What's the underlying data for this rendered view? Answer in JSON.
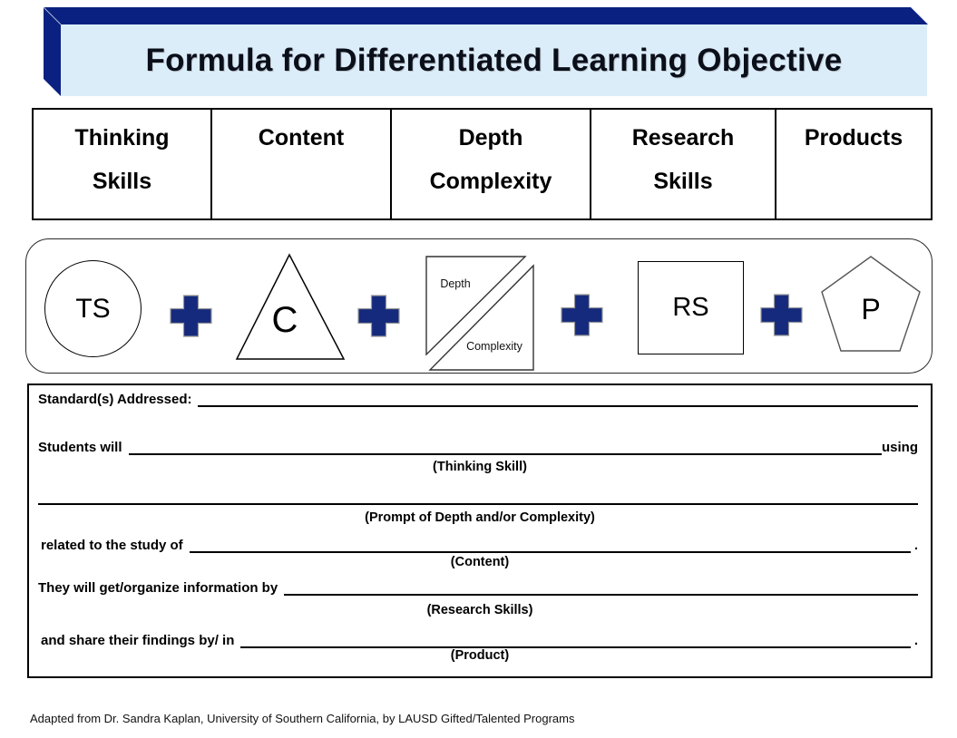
{
  "title": "Formula for Differentiated Learning Objective",
  "table": {
    "headers": [
      "Thinking\nSkills",
      "Content",
      "Depth\nComplexity",
      "Research\nSkills",
      "Products"
    ]
  },
  "formula": {
    "ts": "TS",
    "c": "C",
    "depth": "Depth",
    "complexity": "Complexity",
    "rs": "RS",
    "p": "P"
  },
  "form": {
    "standards_label": "Standard(s) Addressed:",
    "students_will_label": "Students will",
    "using_label": "using",
    "thinking_skill_hint": "(Thinking Skill)",
    "prompt_hint": "(Prompt of Depth and/or Complexity)",
    "related_label": "related to the study of",
    "period": ".",
    "content_hint": "(Content)",
    "organize_label": "They will get/organize information by",
    "research_hint": "(Research Skills)",
    "share_label": "and share their findings by/ in",
    "product_hint": "(Product)"
  },
  "footer": "Adapted from Dr. Sandra Kaplan, University of Southern California, by LAUSD Gifted/Talented Programs",
  "colors": {
    "navy": "#0b2181",
    "plus_navy": "#152a7c",
    "light_blue": "#dcedfa"
  }
}
